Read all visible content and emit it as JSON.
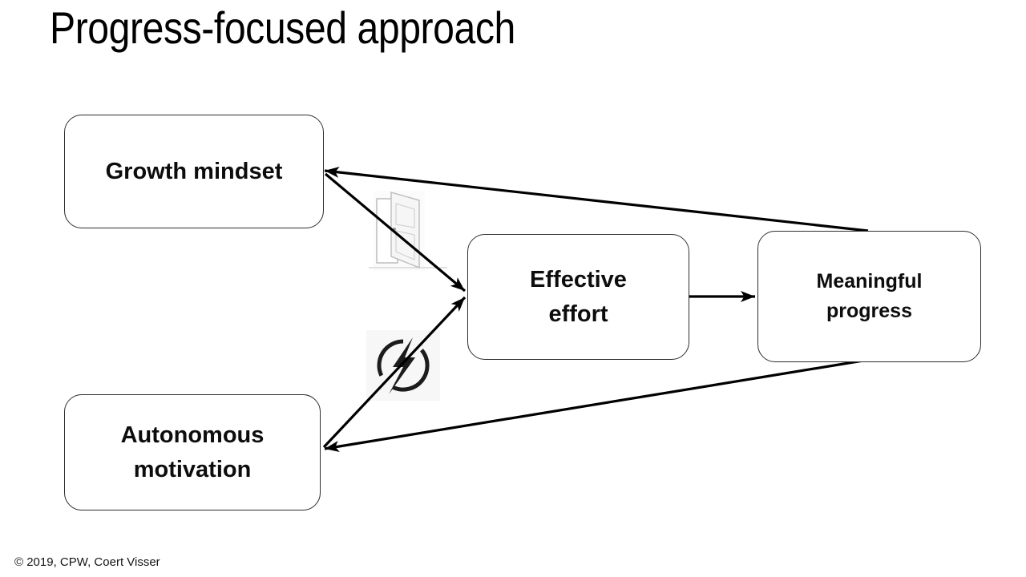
{
  "slide": {
    "title": "Progress-focused approach",
    "footer": "© 2019, CPW, Coert Visser"
  },
  "colors": {
    "background": "#ffffff",
    "line": "#000000",
    "box_border": "#2e2e2e",
    "text": "#0d0d0d",
    "door_gray": "#c0c0c0",
    "bolt_black": "#1c1c1c"
  },
  "diagram": {
    "nodes": [
      {
        "id": "growth-mindset",
        "label": "Growth mindset"
      },
      {
        "id": "effective-effort",
        "label": "Effective effort"
      },
      {
        "id": "meaningful-progress",
        "label": "Meaningful progress"
      },
      {
        "id": "autonomous-motivation",
        "label": "Autonomous motivation"
      }
    ],
    "edges": [
      {
        "from": "meaningful-progress",
        "to": "growth-mindset"
      },
      {
        "from": "growth-mindset",
        "to": "effective-effort",
        "via": "open-door-icon"
      },
      {
        "from": "autonomous-motivation",
        "to": "effective-effort",
        "via": "lightning-bolt-icon"
      },
      {
        "from": "meaningful-progress",
        "to": "autonomous-motivation"
      },
      {
        "from": "effective-effort",
        "to": "meaningful-progress"
      }
    ],
    "icons": [
      {
        "id": "open-door-icon",
        "meaning": "open door"
      },
      {
        "id": "lightning-bolt-icon",
        "meaning": "lightning bolt / energy"
      }
    ]
  }
}
